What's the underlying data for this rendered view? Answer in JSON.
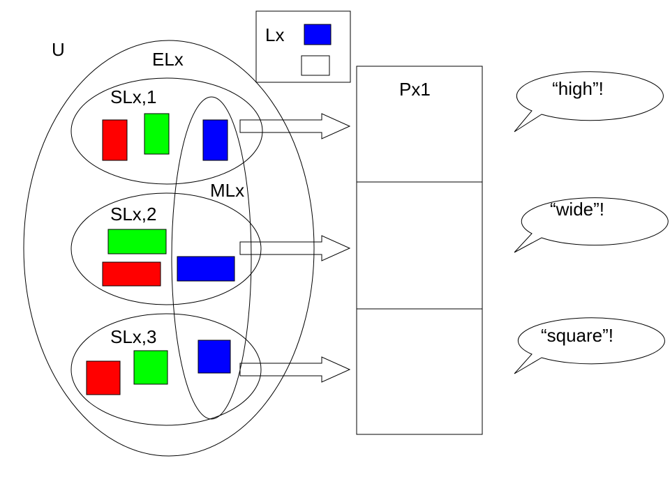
{
  "labels": {
    "universe": "U",
    "outer_set": "ELx",
    "subset_1": "SLx,1",
    "subset_2": "SLx,2",
    "subset_3": "SLx,3",
    "middle_set": "MLx",
    "legend": "Lx",
    "panel": "Px1"
  },
  "speech": [
    "“high”!",
    "“wide”!",
    "“square”!"
  ],
  "colors": {
    "red": "#ff0000",
    "green": "#00ff00",
    "blue": "#0000ff",
    "white": "#ffffff",
    "outline": "#000000"
  }
}
